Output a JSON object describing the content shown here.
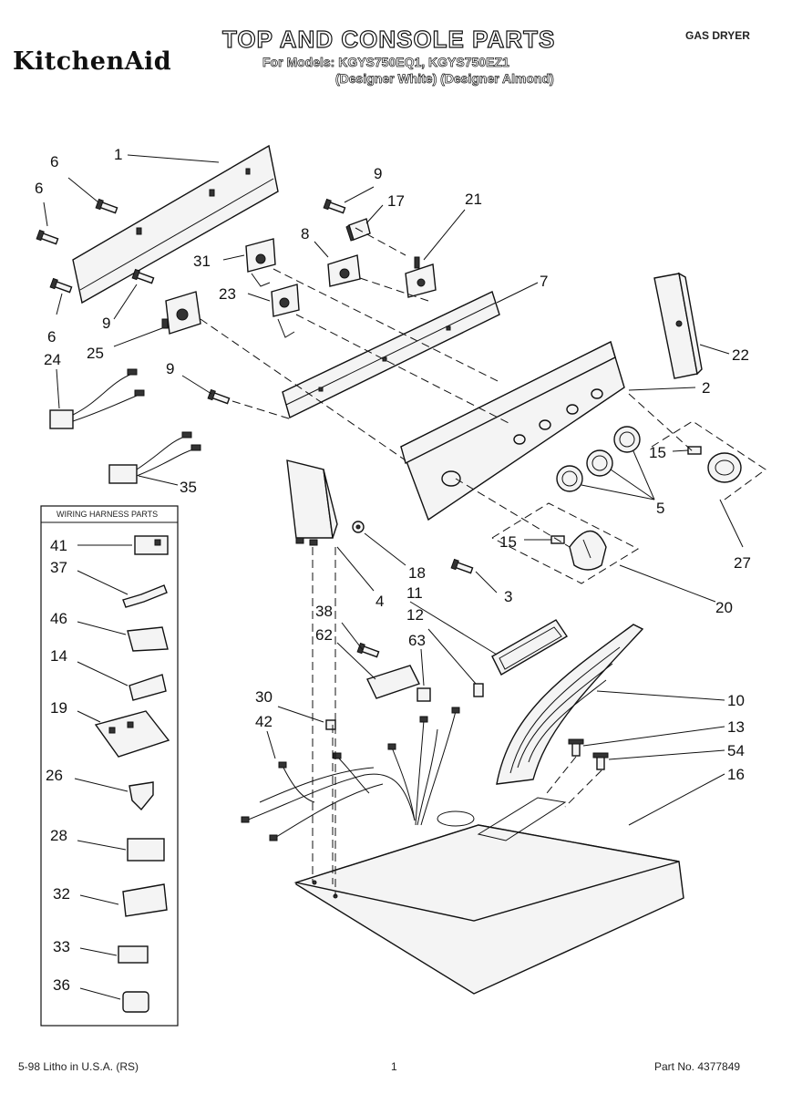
{
  "header": {
    "brand": "KitchenAid",
    "title": "TOP AND CONSOLE PARTS",
    "models_line": "For Models: KGYS750EQ1, KGYS750EZ1",
    "variants_line": "(Designer White) (Designer Almond)",
    "dryer_type": "GAS DRYER"
  },
  "footer": {
    "litho": "5-98 Litho in U.S.A. (RS)",
    "page": "1",
    "part_no": "Part No. 4377849"
  },
  "harness_box": {
    "title": "WIRING HARNESS PARTS",
    "items": [
      "41",
      "37",
      "46",
      "14",
      "19",
      "26",
      "28",
      "32",
      "33",
      "36"
    ]
  },
  "callouts": {
    "c1": "1",
    "c6a": "6",
    "c6b": "6",
    "c6c": "6",
    "c9a": "9",
    "c17": "17",
    "c21": "21",
    "c8": "8",
    "c31": "31",
    "c7": "7",
    "c23": "23",
    "c9b": "9",
    "c25": "25",
    "c24": "24",
    "c9c": "9",
    "c22": "22",
    "c2": "2",
    "c15a": "15",
    "c5": "5",
    "c35": "35",
    "c27": "27",
    "c18": "18",
    "c15b": "15",
    "c3": "3",
    "c4": "4",
    "c20": "20",
    "c11": "11",
    "c12": "12",
    "c38": "38",
    "c62": "62",
    "c63": "63",
    "c30": "30",
    "c42": "42",
    "c10": "10",
    "c13": "13",
    "c54": "54",
    "c16": "16"
  }
}
